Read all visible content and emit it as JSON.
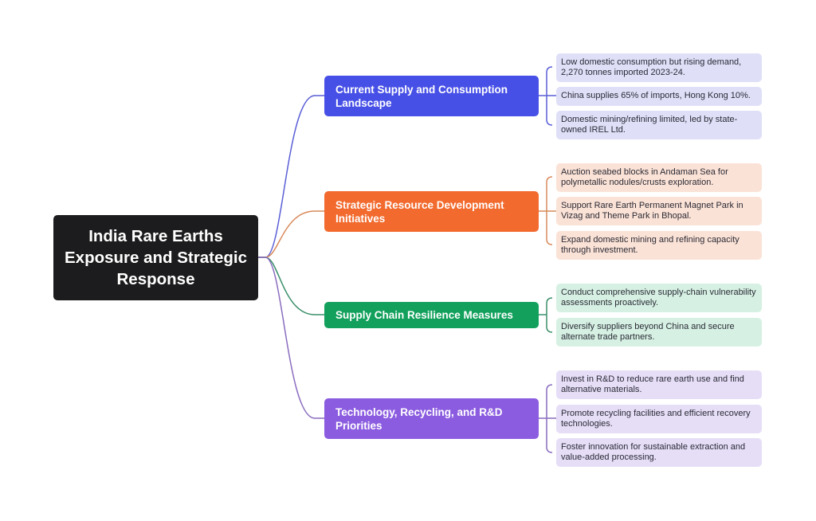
{
  "root": {
    "title": "India Rare Earths Exposure and Strategic Response",
    "color": "#1c1c1e"
  },
  "branches": [
    {
      "label": "Current Supply and Consumption Landscape",
      "color": "#4750e6",
      "line_color": "#5a5fd6",
      "leaf_bg": "#dfdff8",
      "leaves": [
        "Low domestic consumption but rising demand, 2,270 tonnes imported 2023-24.",
        "China supplies 65% of imports, Hong Kong 10%.",
        "Domestic mining/refining limited, led by state-owned IREL Ltd."
      ]
    },
    {
      "label": "Strategic Resource Development Initiatives",
      "color": "#f26a2e",
      "line_color": "#d98a5c",
      "leaf_bg": "#fbe2d6",
      "leaves": [
        "Auction seabed blocks in Andaman Sea for polymetallic nodules/crusts exploration.",
        "Support Rare Earth Permanent Magnet Park in Vizag and Theme Park in Bhopal.",
        "Expand domestic mining and refining capacity through investment."
      ]
    },
    {
      "label": "Supply Chain Resilience Measures",
      "color": "#12a05c",
      "line_color": "#3a8f6a",
      "leaf_bg": "#d6f1e3",
      "leaves": [
        "Conduct comprehensive supply-chain vulnerability assessments proactively.",
        "Diversify suppliers beyond China and secure alternate trade partners."
      ]
    },
    {
      "label": "Technology, Recycling, and R&D Priorities",
      "color": "#8b5ce0",
      "line_color": "#8a6cbf",
      "leaf_bg": "#e6def7",
      "leaves": [
        "Invest in R&D to reduce rare earth use and find alternative materials.",
        "Promote recycling facilities and efficient recovery technologies.",
        "Foster innovation for sustainable extraction and value-added processing."
      ]
    }
  ]
}
